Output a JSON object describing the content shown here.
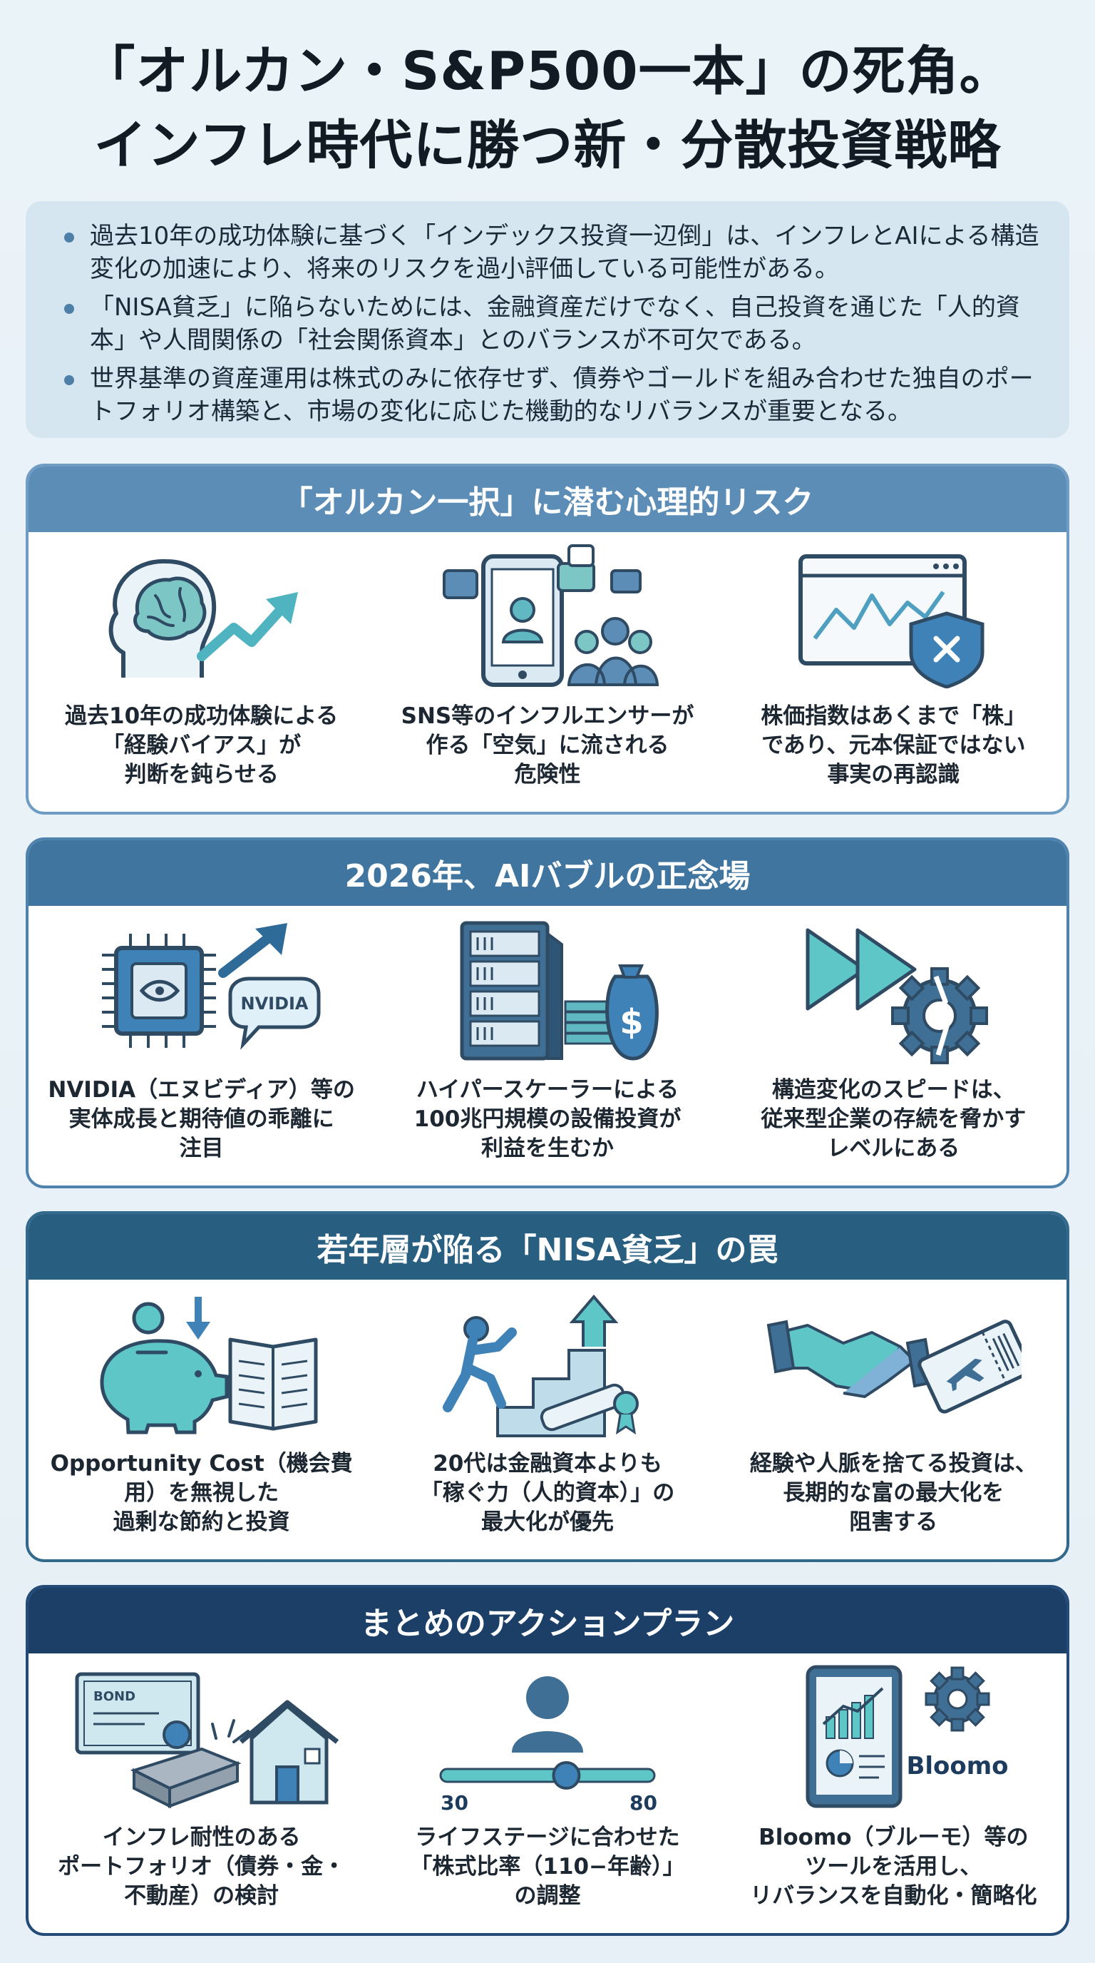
{
  "title": {
    "line1": "「オルカン・S&P500一本」の死角。",
    "line2": "インフレ時代に勝つ新・分散投資戦略"
  },
  "summary": [
    "過去10年の成功体験に基づく「インデックス投資一辺倒」は、インフレとAIによる構造変化の加速により、将来のリスクを過小評価している可能性がある。",
    "「NISA貧乏」に陥らないためには、金融資産だけでなく、自己投資を通じた「人的資本」や人間関係の「社会関係資本」とのバランスが不可欠である。",
    "世界基準の資産運用は株式のみに依存せず、債券やゴールドを組み合わせた独自のポートフォリオ構築と、市場の変化に応じた機動的なリバランスが重要となる。"
  ],
  "sections": [
    {
      "heading": "「オルカン一択」に潜む心理的リスク",
      "color": "#5b8db7",
      "border": "#6f9cc3",
      "items": [
        {
          "icon": "brain-growth-icon",
          "caption": "過去10年の成功体験による\n「経験バイアス」が\n判断を鈍らせる"
        },
        {
          "icon": "social-media-icon",
          "caption": "SNS等のインフルエンサーが\n作る「空気」に流される\n危険性"
        },
        {
          "icon": "stock-chart-shield-icon",
          "caption": "株価指数はあくまで「株」\nであり、元本保証ではない\n事実の再認識"
        }
      ]
    },
    {
      "heading": "2026年、AIバブルの正念場",
      "color": "#3f759f",
      "border": "#4f83ad",
      "items": [
        {
          "icon": "chip-icon",
          "label": "NVIDIA",
          "caption": "NVIDIA（エヌビディア）等の\n実体成長と期待値の乖離に\n注目"
        },
        {
          "icon": "server-money-icon",
          "caption": "ハイパースケーラーによる\n100兆円規模の設備投資が\n利益を生むか"
        },
        {
          "icon": "fast-forward-gear-icon",
          "caption": "構造変化のスピードは、\n従来型企業の存続を脅かす\nレベルにある"
        }
      ]
    },
    {
      "heading": "若年層が陥る「NISA貧乏」の罠",
      "color": "#285f80",
      "border": "#33698b",
      "items": [
        {
          "icon": "piggy-bank-book-icon",
          "caption": "Opportunity Cost（機会費\n用）を無視した\n過剰な節約と投資"
        },
        {
          "icon": "climbing-stairs-icon",
          "caption": "20代は金融資本よりも\n「稼ぐ力（人的資本）」の\n最大化が優先"
        },
        {
          "icon": "handshake-ticket-icon",
          "caption": "経験や人脈を捨てる投資は、\n長期的な富の最大化を\n阻害する"
        }
      ]
    },
    {
      "heading": "まとめのアクションプラン",
      "color": "#1c3f68",
      "border": "#244b77",
      "items": [
        {
          "icon": "bond-gold-house-icon",
          "label": "BOND",
          "caption": "インフレ耐性のある\nポートフォリオ（債券・金・\n不動産）の検討"
        },
        {
          "icon": "age-slider-icon",
          "slider": {
            "min_label": "30",
            "max_label": "80",
            "position": 0.6
          },
          "caption": "ライフステージに合わせた\n「株式比率（110−年齢）」\nの調整"
        },
        {
          "icon": "tablet-gear-icon",
          "label": "Bloomo",
          "caption": "Bloomo（ブルーモ）等の\nツールを活用し、\nリバランスを自動化・簡略化"
        }
      ]
    }
  ]
}
